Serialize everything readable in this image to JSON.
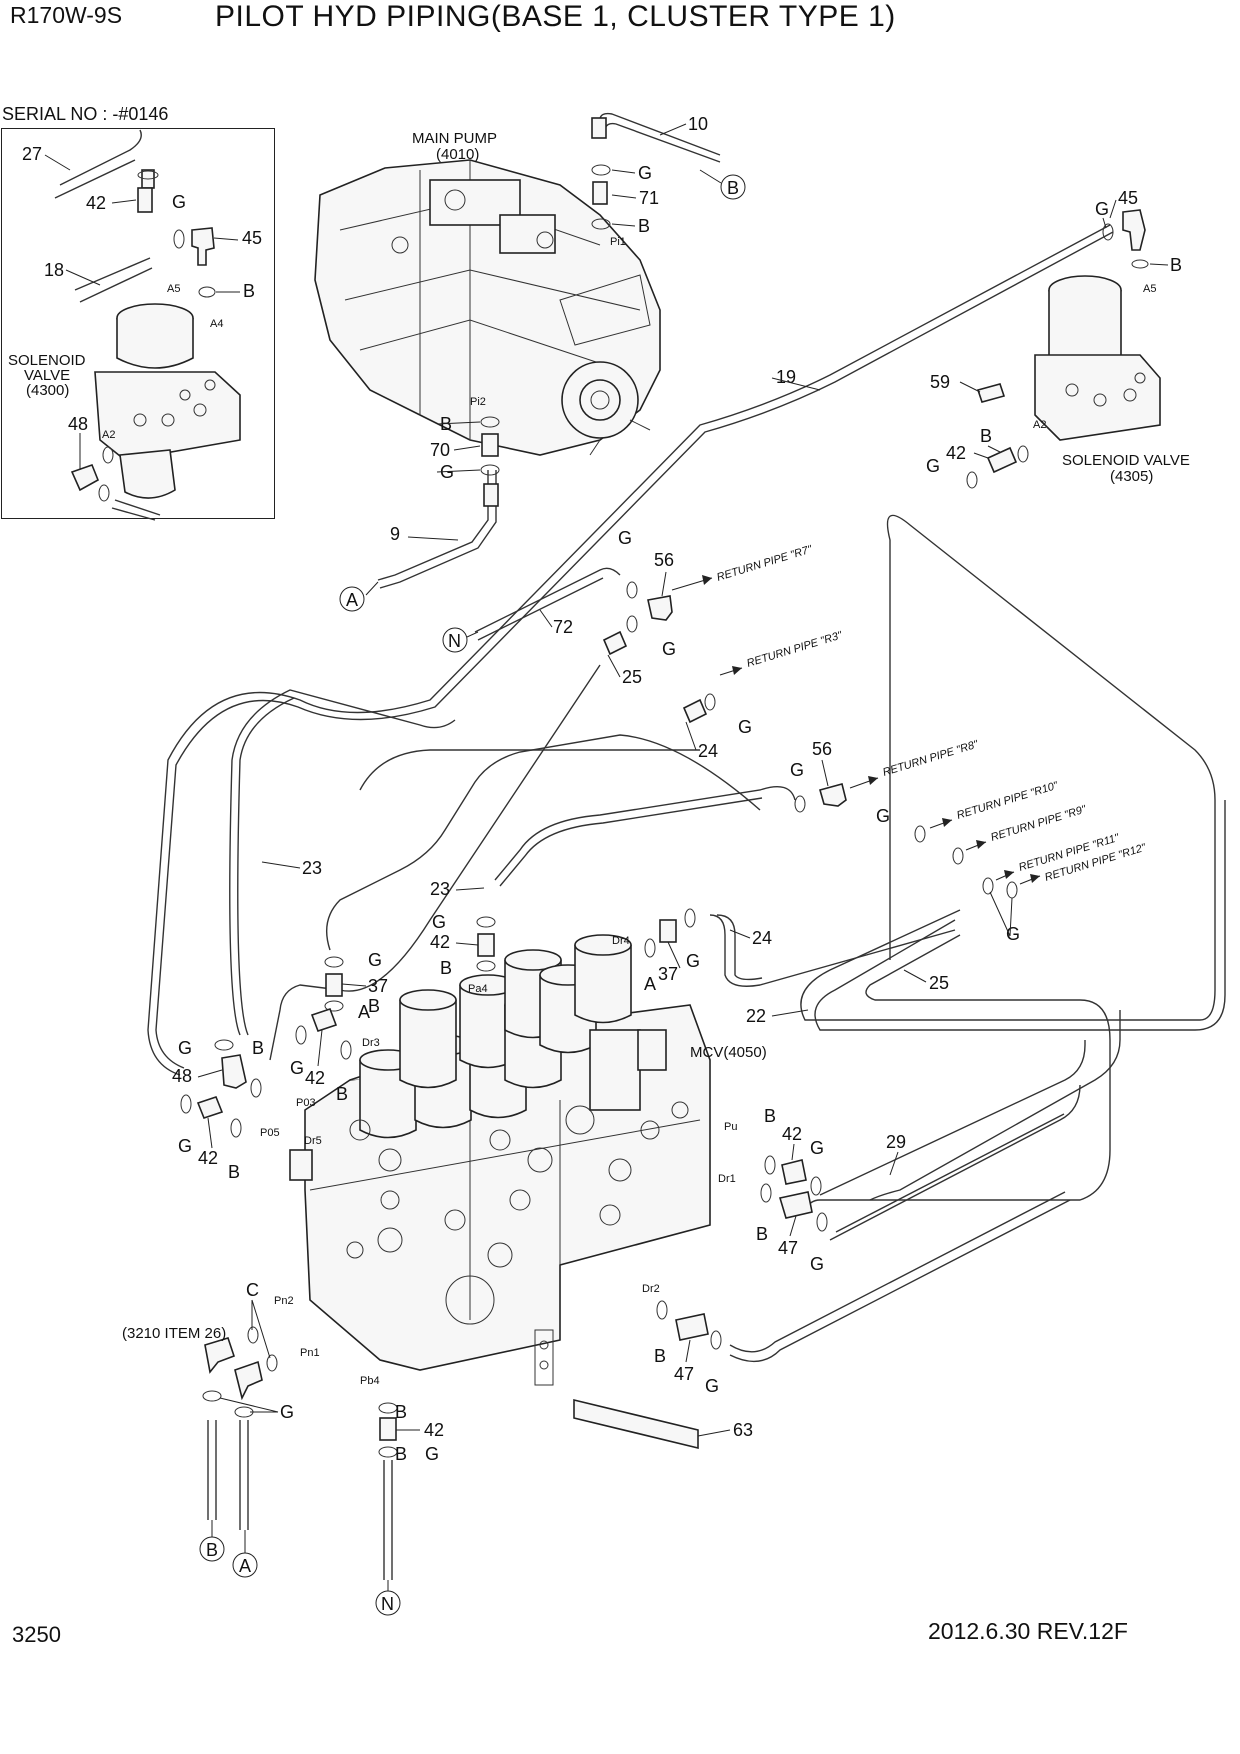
{
  "header": {
    "model": "R170W-9S",
    "title": "PILOT HYD PIPING(BASE 1, CLUSTER TYPE 1)"
  },
  "inset": {
    "serial": "SERIAL NO : -#0146",
    "labels": [
      "27",
      "42",
      "G",
      "45",
      "18",
      "B",
      "A5",
      "A4",
      "SOLENOID",
      "VALVE",
      "(4300)",
      "48",
      "A2"
    ]
  },
  "components": {
    "main_pump": [
      "MAIN PUMP",
      "(4010)"
    ],
    "solenoid_valve": [
      "SOLENOID VALVE",
      "(4305)"
    ],
    "mcv": "MCV(4050)",
    "item_ref": "(3210 ITEM 26)"
  },
  "return_pipes": [
    "RETURN PIPE \"R7\"",
    "RETURN PIPE \"R3\"",
    "RETURN PIPE \"R8\"",
    "RETURN PIPE \"R10\"",
    "RETURN PIPE \"R9\"",
    "RETURN PIPE \"R11\"",
    "RETURN PIPE \"R12\""
  ],
  "callouts": {
    "circles": [
      "B",
      "A",
      "N",
      "B",
      "A",
      "N"
    ],
    "parts": [
      "10",
      "71",
      "9",
      "70",
      "19",
      "45",
      "59",
      "42",
      "56",
      "72",
      "25",
      "24",
      "56",
      "23",
      "23",
      "42",
      "37",
      "37",
      "24",
      "22",
      "25",
      "48",
      "42",
      "42",
      "29",
      "42",
      "47",
      "47",
      "42",
      "63"
    ],
    "letters": [
      "G",
      "B",
      "B",
      "G",
      "B",
      "G",
      "B",
      "G",
      "G",
      "G",
      "G",
      "G",
      "G",
      "G",
      "G",
      "G",
      "B",
      "G",
      "B",
      "A",
      "G",
      "A",
      "B",
      "G",
      "B",
      "B",
      "G",
      "B",
      "G",
      "B",
      "G",
      "B",
      "G",
      "B",
      "C",
      "G",
      "B",
      "G"
    ],
    "ports": [
      "Pi1",
      "Pi2",
      "A5",
      "A2",
      "Dr4",
      "Pa4",
      "Dr3",
      "P03",
      "P05",
      "Dr5",
      "Pu",
      "Dr1",
      "Dr2",
      "Pn2",
      "Pn1",
      "Pb4"
    ]
  },
  "footer": {
    "page": "3250",
    "date_rev": "2012.6.30  REV.12F"
  }
}
